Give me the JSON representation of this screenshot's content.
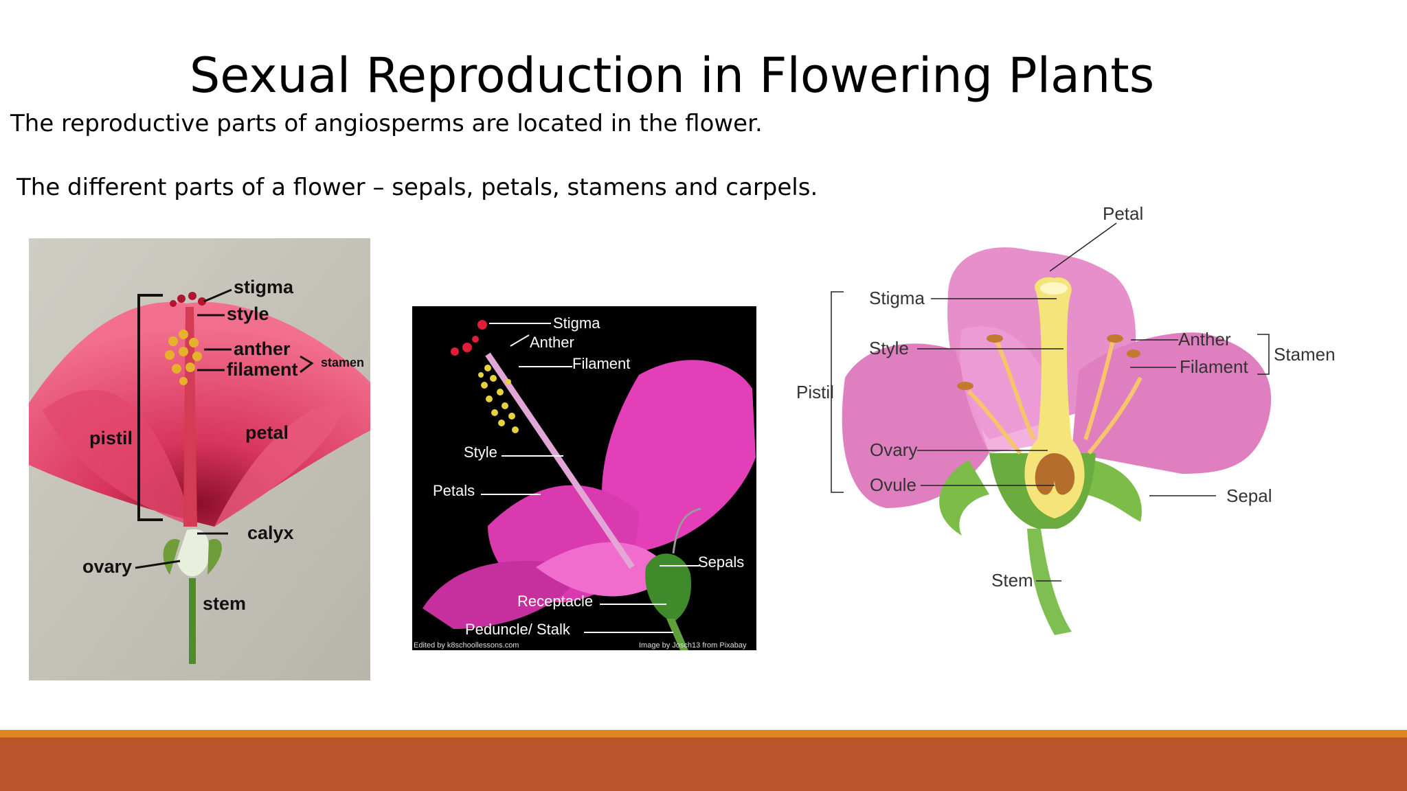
{
  "slide": {
    "title": "Sexual Reproduction in Flowering Plants",
    "line1": "The reproductive parts of angiosperms are located in the flower.",
    "line2": "The different parts of a flower – sepals, petals, stamens and carpels."
  },
  "photo1": {
    "labels": {
      "stigma": "stigma",
      "style": "style",
      "anther": "anther",
      "filament": "filament",
      "stamen": "stamen",
      "pistil": "pistil",
      "petal": "petal",
      "calyx": "calyx",
      "ovary": "ovary",
      "stem": "stem"
    }
  },
  "photo2": {
    "labels": {
      "stigma": "Stigma",
      "anther": "Anther",
      "filament": "Filament",
      "style": "Style",
      "petals": "Petals",
      "sepals": "Sepals",
      "receptacle": "Receptacle",
      "peduncle": "Peduncle/ Stalk"
    },
    "credit_left": "Edited by k8schoollessons.com",
    "credit_right": "Image by Josch13 from Pixabay"
  },
  "diagram": {
    "labels": {
      "petal": "Petal",
      "stigma": "Stigma",
      "style": "Style",
      "pistil": "Pistil",
      "ovary": "Ovary",
      "ovule": "Ovule",
      "anther": "Anther",
      "filament": "Filament",
      "stamen": "Stamen",
      "sepal": "Sepal",
      "stem": "Stem"
    }
  },
  "colors": {
    "accent_thin": "#e0861f",
    "accent_band": "#b9542b"
  }
}
